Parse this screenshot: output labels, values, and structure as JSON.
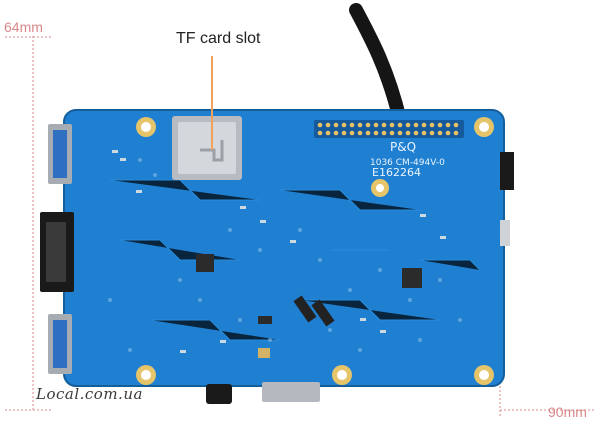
{
  "dimensions": {
    "height_label": "64mm",
    "width_label": "90mm",
    "line_color": "#d9888a"
  },
  "callout": {
    "label": "TF card slot",
    "line_color": "#f0a15a"
  },
  "board": {
    "pcb_color": "#1f7fd0",
    "silkscreen_text": [
      "P&Q",
      "1036 CM-494V-0",
      "E162264"
    ]
  },
  "watermark": "Local.com.ua"
}
